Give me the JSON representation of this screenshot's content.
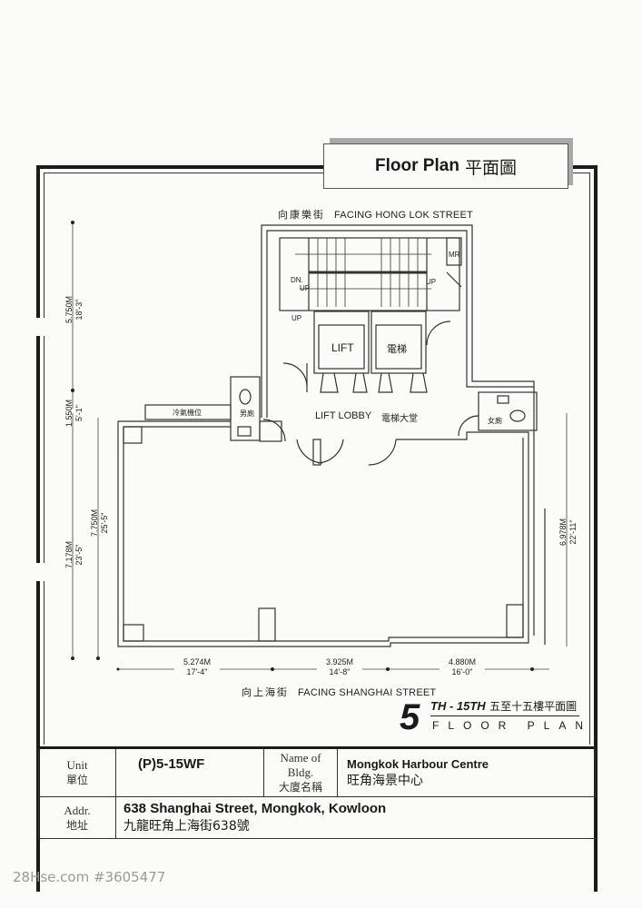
{
  "header": {
    "title_en": "Floor Plan",
    "title_zh": "平面圖"
  },
  "streets": {
    "top_zh": "向康樂街",
    "top_en": "FACING HONG LOK STREET",
    "bottom_zh": "向上海街",
    "bottom_en": "FACING SHANGHAI STREET"
  },
  "rooms": {
    "lift_1": "LIFT",
    "lift_2": "電梯",
    "lobby_en": "LIFT LOBBY",
    "lobby_zh": "電梯大堂",
    "male_wc": "男廁",
    "female_wc": "女廁",
    "ac_platform": "冷氣機位",
    "meter_room": "MR",
    "stair_dn": "DN.",
    "stair_up_1": "UP",
    "stair_up_2": "UP",
    "stair_up_3": "UP"
  },
  "dimensions": {
    "left": [
      {
        "metric": "5.750M",
        "imperial": "18'-3\""
      },
      {
        "metric": "1.550M",
        "imperial": "5'-1\""
      },
      {
        "metric": "7.178M",
        "imperial": "23'-5\""
      },
      {
        "metric": "7.750M",
        "imperial": "25'-5\""
      }
    ],
    "right": [
      {
        "metric": "6.978M",
        "imperial": "22'-11\""
      }
    ],
    "bottom": [
      {
        "metric": "5.274M",
        "imperial": "17'-4\""
      },
      {
        "metric": "3.925M",
        "imperial": "14'-8\""
      },
      {
        "metric": "4.880M",
        "imperial": "16'-0\""
      }
    ]
  },
  "floor_caption": {
    "number": "5",
    "range": "TH - 15TH",
    "range_zh": "五至十五樓平面圖",
    "caption": "FLOOR PLAN"
  },
  "info": {
    "unit_label_en": "Unit",
    "unit_label_zh": "單位",
    "unit_value": "(P)5-15WF",
    "bldg_label_en": "Name of Bldg.",
    "bldg_label_zh": "大廈名稱",
    "bldg_value_en": "Mongkok Harbour Centre",
    "bldg_value_zh": "旺角海景中心",
    "addr_label_en": "Addr.",
    "addr_label_zh": "地址",
    "addr_value_en": "638 Shanghai Street, Mongkok, Kowloon",
    "addr_value_zh": "九龍旺角上海街638號"
  },
  "watermark": "28Hse.com #3605477"
}
